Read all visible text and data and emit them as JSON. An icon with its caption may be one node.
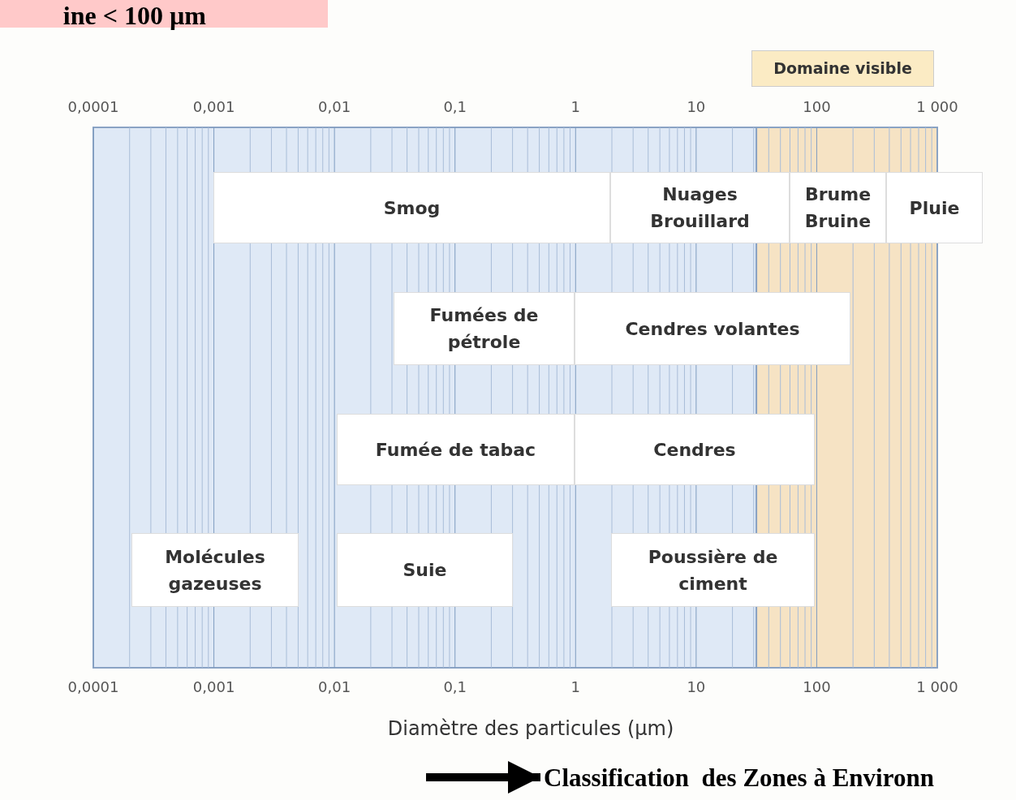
{
  "diagram": {
    "nodes": [
      {
        "text": [
          "ine < 100  µm"
        ]
      },
      {
        "text": [
          "Domaine visible"
        ]
      },
      {
        "text": [
          "Smog"
        ]
      },
      {
        "text": [
          "Nuages Brouillard"
        ]
      },
      {
        "text": [
          "Brume Bruine"
        ]
      },
      {
        "text": [
          "Pluie"
        ]
      },
      {
        "text": [
          "Fumées de pétrole"
        ]
      },
      {
        "text": [
          "Cendres volantes"
        ]
      },
      {
        "text": [
          "Fumée de tabac"
        ]
      },
      {
        "text": [
          "Cendres"
        ]
      },
      {
        "text": [
          "Molécules gazeuses"
        ]
      },
      {
        "text": [
          "Suie"
        ]
      },
      {
        "text": [
          "Poussière de ciment"
        ]
      },
      {
        "text": [
          "Classification  des Zones à Environn"
        ]
      }
    ],
    "edges": [
      {
        "from": null,
        "to": 13,
        "arrow": "to"
      }
    ],
    "labels": [
      "0,0001",
      "0,001",
      "0,01",
      "0,1",
      "1",
      "10",
      "100",
      "1 000",
      "0,0001",
      "0,001",
      "0,01",
      "0,1",
      "1",
      "10",
      "100",
      "1 000",
      "Diamètre des particules (µm)"
    ]
  }
}
